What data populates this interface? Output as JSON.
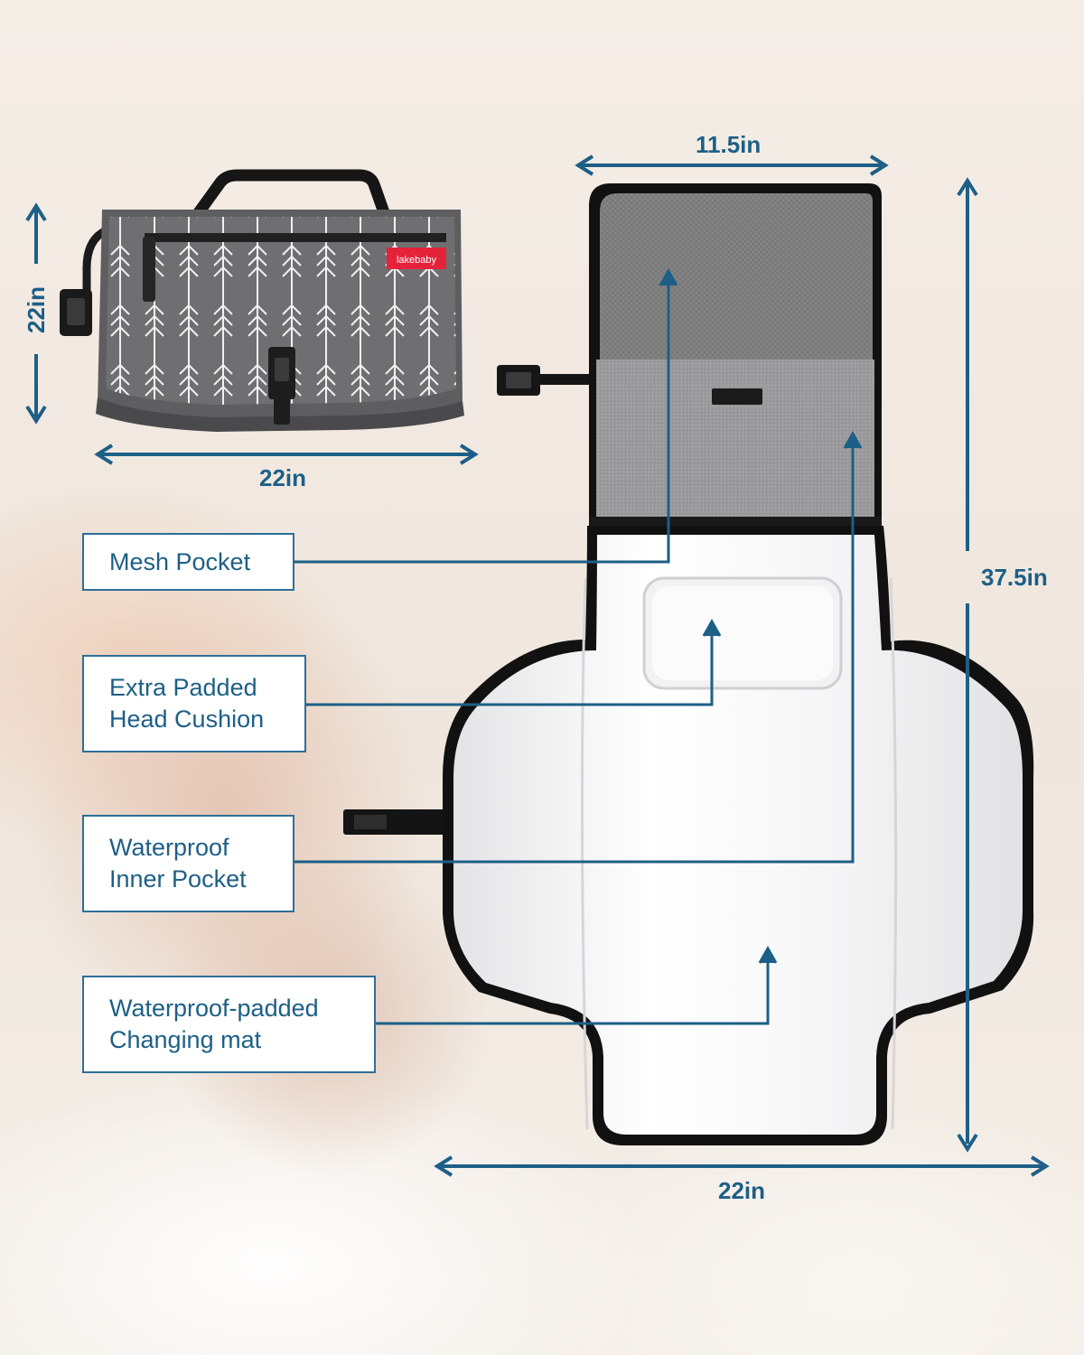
{
  "brand": {
    "logo_text": "lakebaby"
  },
  "dimensions": {
    "folded_height": "22in",
    "folded_width": "22in",
    "unfolded_top_width": "11.5in",
    "unfolded_height": "37.5in",
    "unfolded_width": "22in"
  },
  "callouts": [
    {
      "line1": "Mesh Pocket",
      "line2": ""
    },
    {
      "line1": "Extra Padded",
      "line2": "Head Cushion"
    },
    {
      "line1": "Waterproof",
      "line2": "Inner Pocket"
    },
    {
      "line1": "Waterproof-padded",
      "line2": "Changing mat"
    }
  ],
  "colors": {
    "accent": "#1d5f86",
    "pouch_gray": "#6f6f72",
    "mat_edge": "#111111",
    "mesh_gray": "#8a8a8a",
    "pocket_gray": "#9a9a9c",
    "mat_white": "#f7f7f8"
  }
}
